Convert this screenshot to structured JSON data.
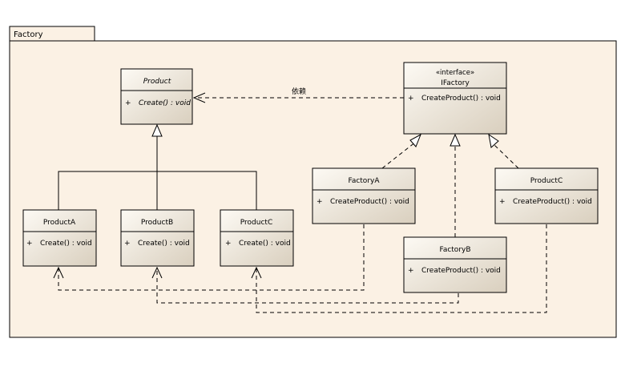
{
  "package": {
    "name": "Factory"
  },
  "classes": {
    "product": {
      "name": "Product",
      "op_vis": "+",
      "op": "Create() : void"
    },
    "productA": {
      "name": "ProductA",
      "op_vis": "+",
      "op": "Create() : void"
    },
    "productB": {
      "name": "ProductB",
      "op_vis": "+",
      "op": "Create() : void"
    },
    "productC": {
      "name": "ProductC",
      "op_vis": "+",
      "op": "Create() : void"
    },
    "ifactory": {
      "stereotype": "«interface»",
      "name": "IFactory",
      "op_vis": "+",
      "op": "CreateProduct() : void"
    },
    "factoryA": {
      "name": "FactoryA",
      "op_vis": "+",
      "op": "CreateProduct() : void"
    },
    "factoryB": {
      "name": "FactoryB",
      "op_vis": "+",
      "op": "CreateProduct() : void"
    },
    "factoryC": {
      "name": "ProductC",
      "op_vis": "+",
      "op": "CreateProduct() : void"
    }
  },
  "dependency_label": "依赖",
  "colors": {
    "box_top": "#fbf6ee",
    "box_bottom": "#ddd4c4",
    "package_bg": "#fbf1e4",
    "stroke": "#000000"
  }
}
